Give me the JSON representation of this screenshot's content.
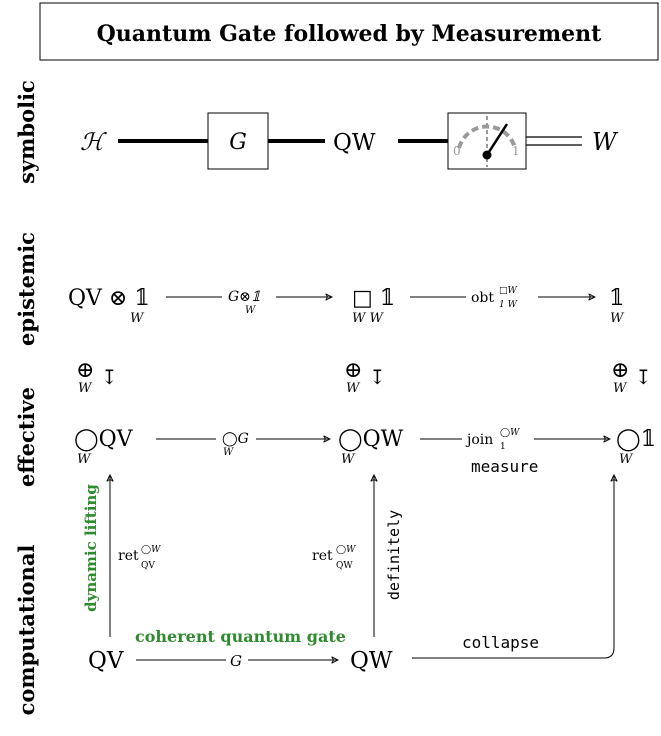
{
  "title": "Quantum Gate followed by Measurement",
  "rows": {
    "symbolic": "symbolic",
    "epistemic": "epistemic",
    "effective": "effective",
    "computational": "computational"
  },
  "symbolic": {
    "input": "ℋ",
    "gate": "G",
    "middle": "QW",
    "gauge_low": "0",
    "gauge_high": "1",
    "output": "W"
  },
  "epistemic": {
    "left_main": "QV ⊗ 𝟙",
    "left_sub": "W",
    "arrow1": "G⊗𝟙",
    "arrow1_sub": "W",
    "mid_main": "□ 𝟙",
    "mid_sub": "W W",
    "arrow2": "obt",
    "arrow2_sup": "□W",
    "arrow2_sub": "1 W",
    "right_main": "𝟙",
    "right_sub": "W"
  },
  "transitions": {
    "oplus": "⊕",
    "sub": "W",
    "arrow": "↧"
  },
  "effective": {
    "left_main": "◯QV",
    "left_sub": "W",
    "arrow1": "◯G",
    "arrow1_sub": "W",
    "mid_main": "◯QW",
    "mid_sub": "W",
    "arrow2": "join",
    "arrow2_sup": "◯W",
    "arrow2_sub": "1",
    "arrow2_below": "measure",
    "right_main": "◯𝟙",
    "right_sub": "W"
  },
  "computational": {
    "left": "QV",
    "gate_label": "coherent quantum gate",
    "gate": "G",
    "right": "QW",
    "collapse": "collapse",
    "lifting": "dynamic lifting",
    "ret_left": "ret",
    "ret_left_sup": "◯W",
    "ret_left_sub": "QV",
    "ret_right": "ret",
    "ret_right_sup": "◯W",
    "ret_right_sub": "QW",
    "definitely": "definitely"
  },
  "colors": {
    "green_text": "#2e8b2e",
    "gauge_dash": "#999999"
  }
}
